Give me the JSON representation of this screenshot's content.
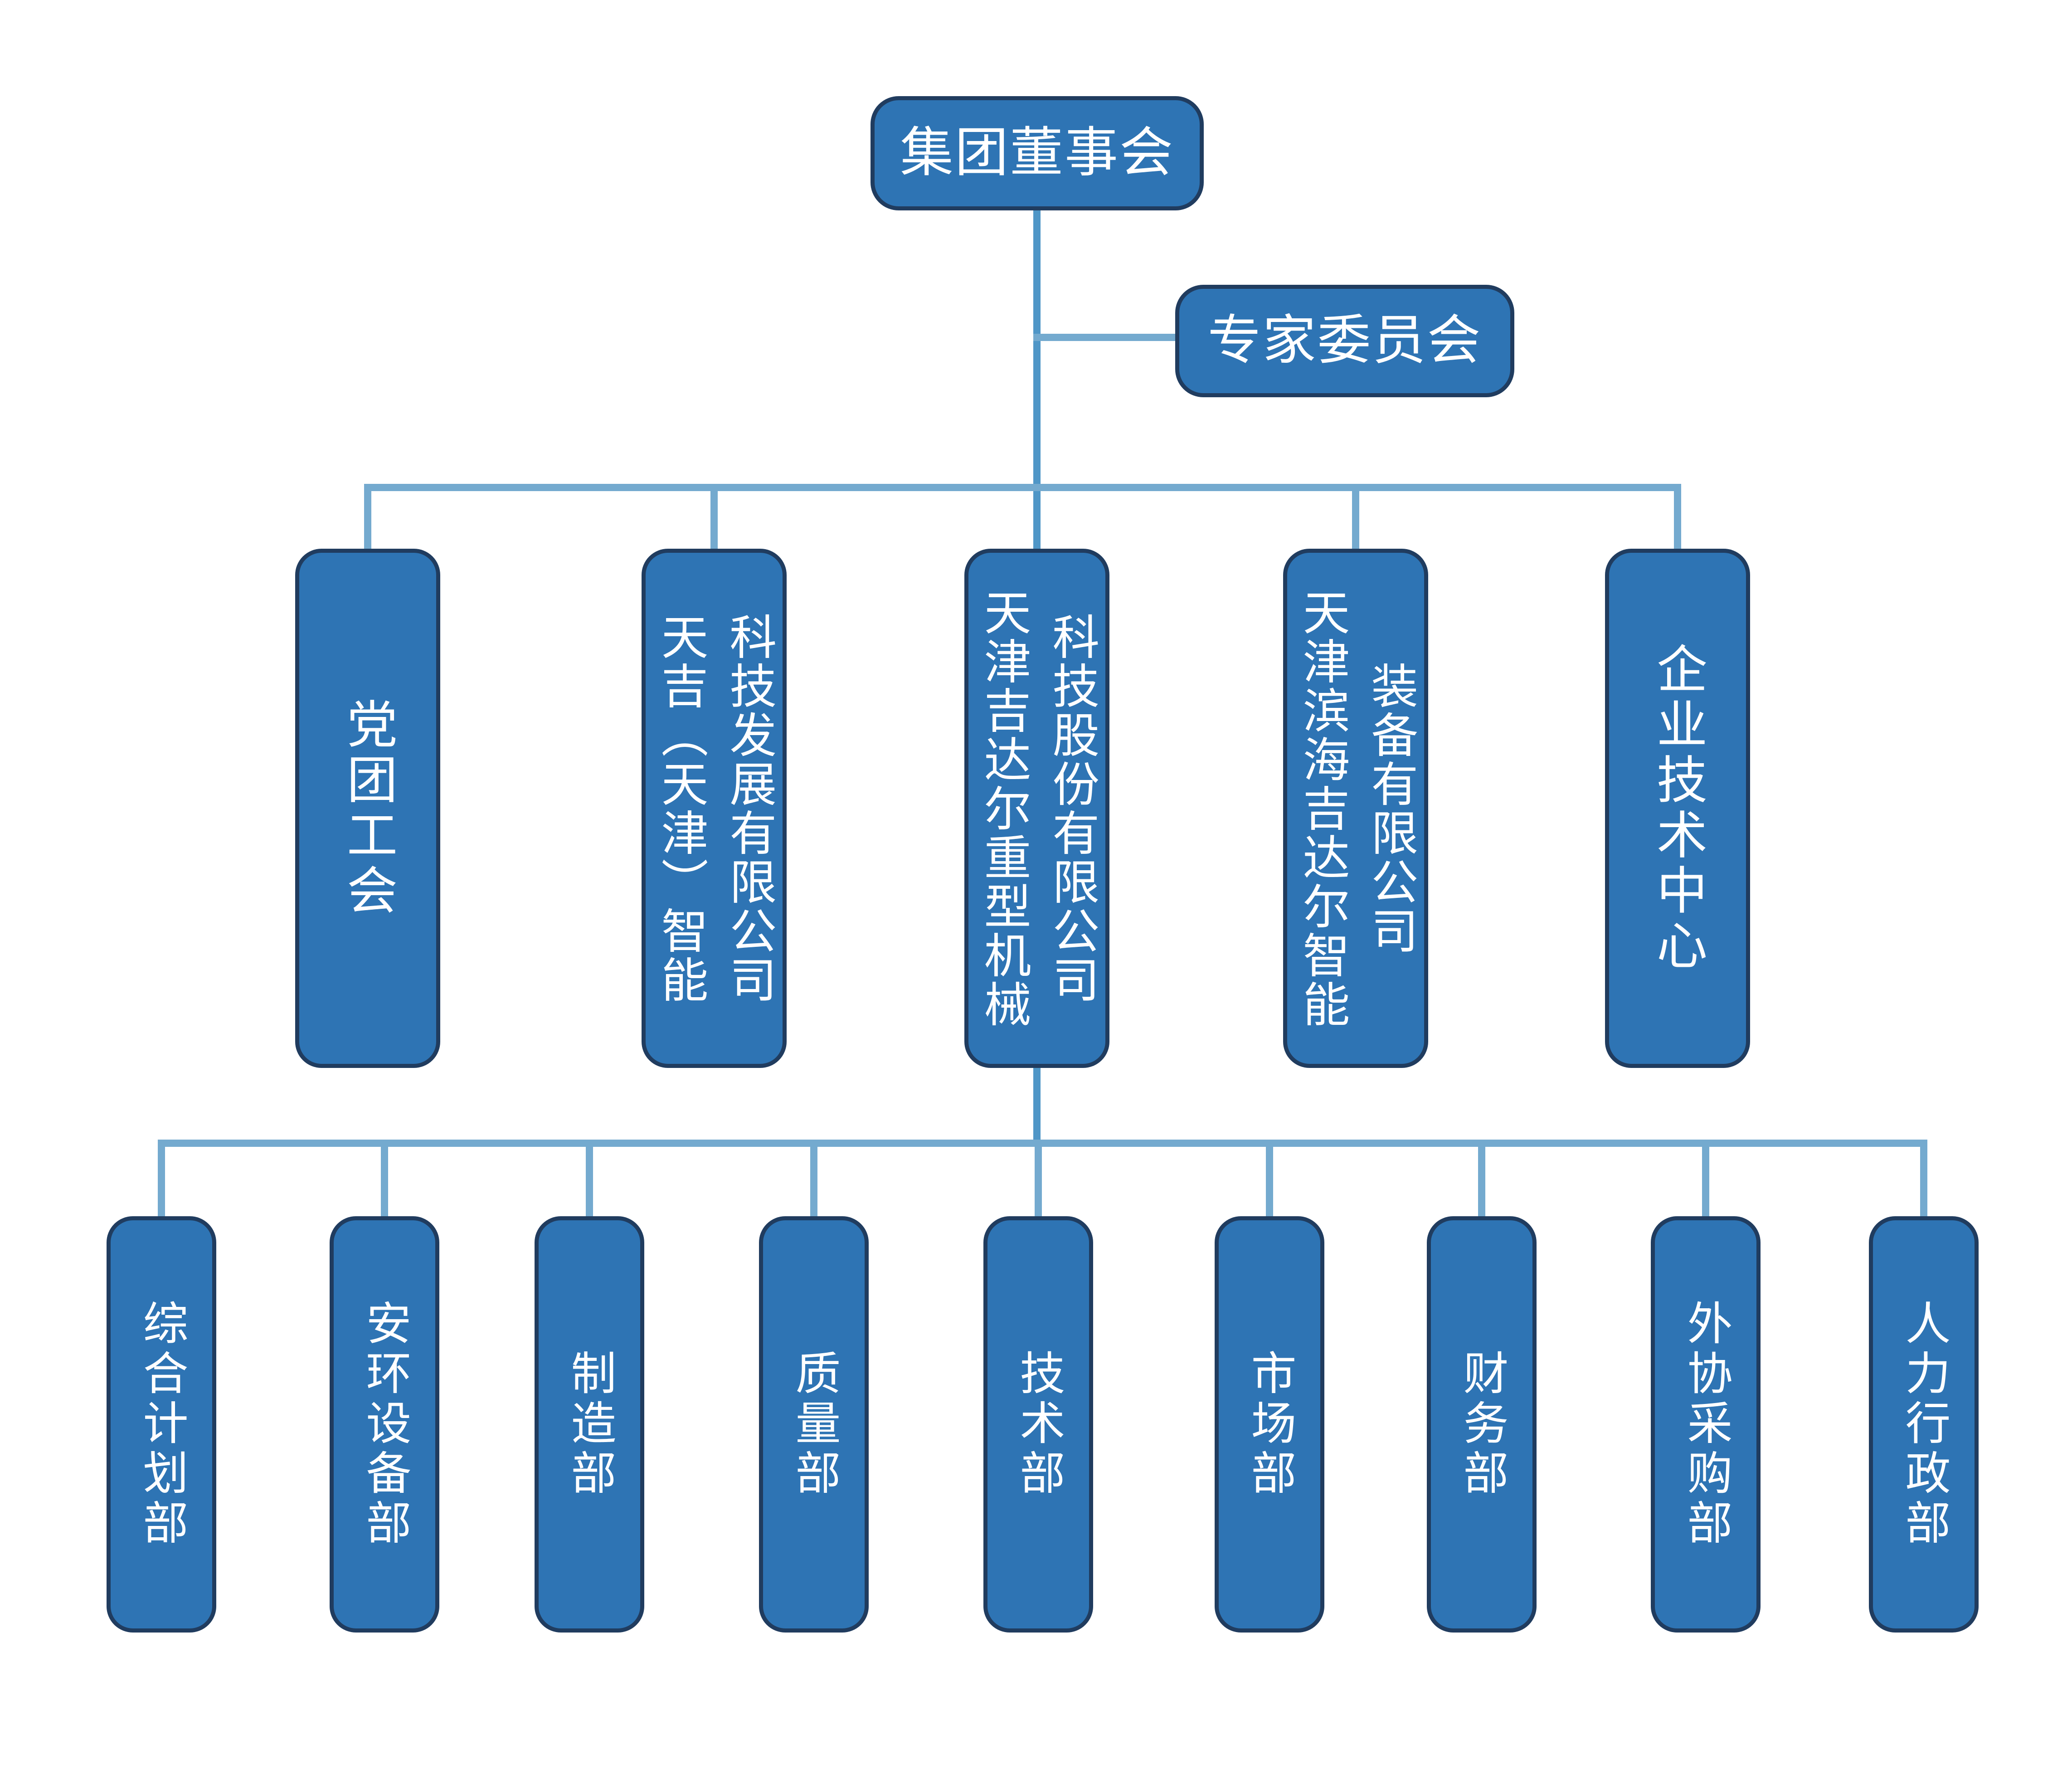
{
  "theme": {
    "box-fill": "#2E74B4",
    "box-border": "#203C5F",
    "line": "#74AACF",
    "line-dark": "#4F96C7",
    "text-color": "#FFFFFF",
    "bg": "#FFFFFF"
  },
  "org": {
    "root": {
      "label": "集团董事会"
    },
    "advisory": {
      "label": "专家委员会"
    },
    "level1": [
      {
        "label": "党团工会"
      },
      {
        "label": "天吉（天津）智能\n科技发展有限公司"
      },
      {
        "label": "天津吉达尔重型机械\n科技股份有限公司"
      },
      {
        "label": "天津滨海吉达尔智能\n装备有限公司"
      },
      {
        "label": "企业技术中心"
      }
    ],
    "level2": [
      {
        "label": "综合计划部"
      },
      {
        "label": "安环设备部"
      },
      {
        "label": "制造部"
      },
      {
        "label": "质量部"
      },
      {
        "label": "技术部"
      },
      {
        "label": "市场部"
      },
      {
        "label": "财务部"
      },
      {
        "label": "外协采购部"
      },
      {
        "label": "人力行政部"
      }
    ]
  }
}
